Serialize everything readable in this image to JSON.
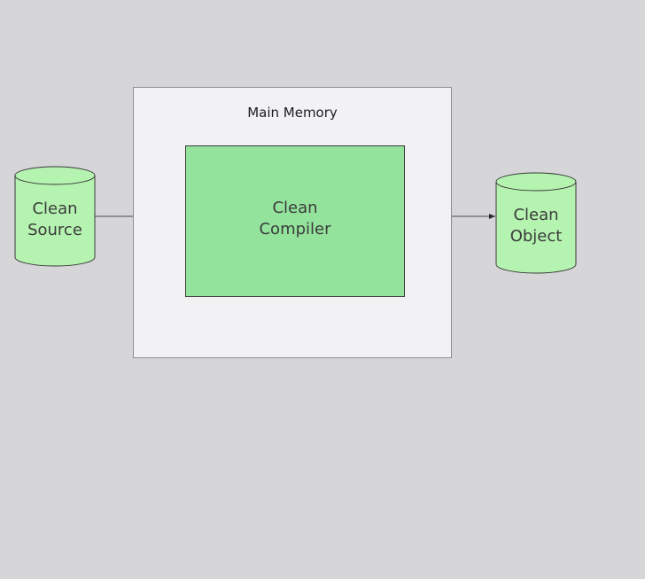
{
  "colors": {
    "background": "#d6d6d9",
    "memory_fill": "#f2f1f4",
    "compiler_fill": "#93e39c",
    "cylinder_fill": "#b5f3b0",
    "outline": "#3a3a3a"
  },
  "memory": {
    "label": "Main Memory"
  },
  "compiler": {
    "line1": "Clean",
    "line2": "Compiler"
  },
  "source": {
    "line1": "Clean",
    "line2": "Source"
  },
  "object": {
    "line1": "Clean",
    "line2": "Object"
  }
}
